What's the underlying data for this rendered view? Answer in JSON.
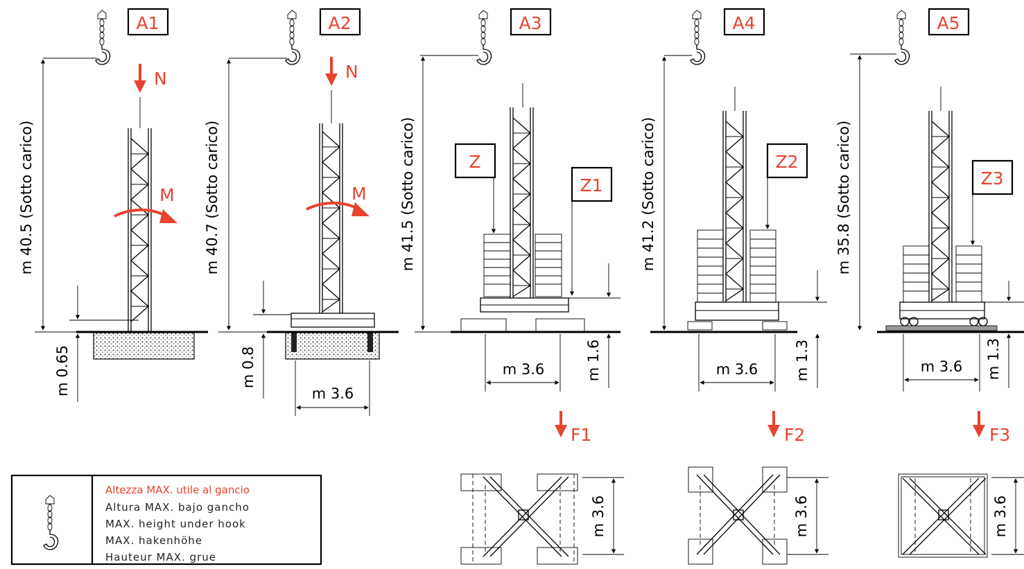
{
  "configs": [
    {
      "id": "A1",
      "height_label": "m 40.5 (Sotto carico)",
      "base_label": "m 0.65",
      "force_N": "N",
      "moment_M": "M"
    },
    {
      "id": "A2",
      "height_label": "m 40.7 (Sotto carico)",
      "base_label": "m 0.8",
      "width_label": "m 3.6",
      "force_N": "N",
      "moment_M": "M"
    },
    {
      "id": "A3",
      "height_label": "m 41.5 (Sotto carico)",
      "base_label": "m 1.6",
      "width_label": "m 3.6",
      "ballast_left": "Z",
      "ballast_right": "Z1",
      "plan_force": "F1",
      "plan_width": "m 3.6"
    },
    {
      "id": "A4",
      "height_label": "m 41.2 (Sotto carico)",
      "base_label": "m 1.3",
      "width_label": "m 3.6",
      "ballast": "Z2",
      "plan_force": "F2",
      "plan_width": "m 3.6"
    },
    {
      "id": "A5",
      "height_label": "m 35.8 (Sotto carico)",
      "base_label": "m 1.3",
      "width_label": "m 3.6",
      "ballast": "Z3",
      "plan_force": "F3",
      "plan_width": "m 3.6"
    }
  ],
  "legend": {
    "title": "Altezza MAX. utile al gancio",
    "lines": [
      "Altura MAX. bajo gancho",
      "MAX. height under hook",
      "MAX. hakenhöhe",
      "Hauteur MAX. grue"
    ]
  },
  "colors": {
    "accent": "#e8432e",
    "ink": "#000000"
  },
  "icons": [
    "crane-hook-icon"
  ]
}
